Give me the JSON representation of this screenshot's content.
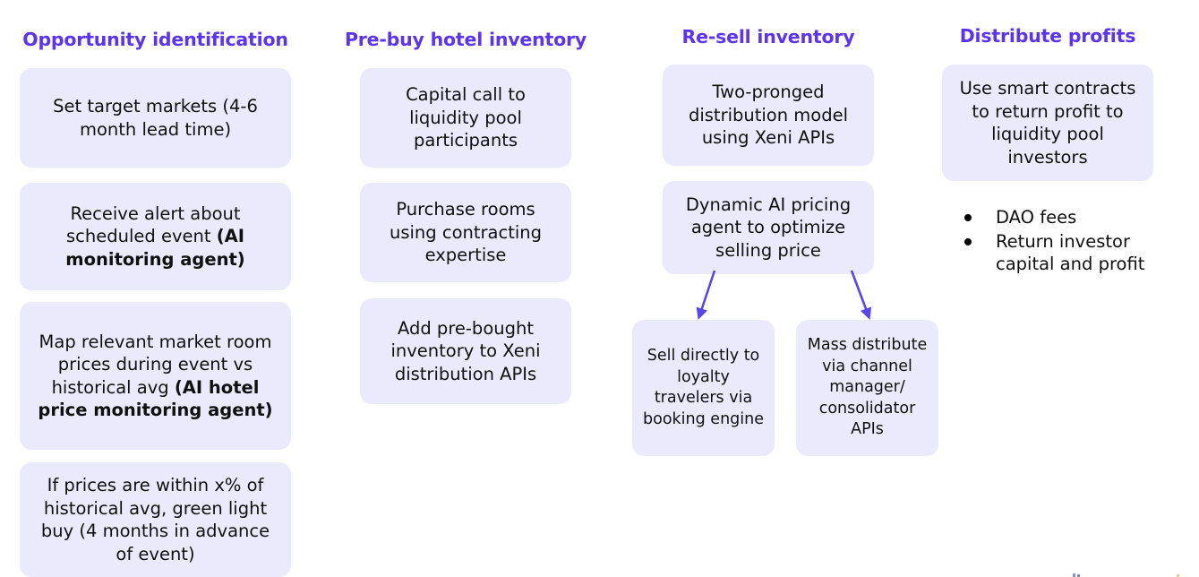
{
  "theme": {
    "accent": "#5b33f5",
    "card_bg": "#ebeafd",
    "text": "#101010",
    "arrow": "#5b44ee",
    "page_bg": "#ffffff"
  },
  "columns": [
    {
      "title": "Opportunity identification",
      "cards": [
        {
          "text": "Set target markets (4-6 month lead time)"
        },
        {
          "text": "Receive alert about scheduled event ",
          "bold_tail": "(AI monitoring agent)"
        },
        {
          "text": "Map relevant market room prices during event vs historical avg ",
          "bold_tail": "(AI hotel price monitoring agent)"
        },
        {
          "text": "If prices are within x% of historical avg, green light buy (4 months in advance of event)"
        }
      ]
    },
    {
      "title": "Pre-buy hotel inventory",
      "cards": [
        {
          "text": "Capital call to liquidity pool participants"
        },
        {
          "text": "Purchase rooms using contracting expertise"
        },
        {
          "text": "Add pre-bought inventory to Xeni distribution APIs"
        }
      ]
    },
    {
      "title": "Re-sell inventory",
      "cards": [
        {
          "text": "Two-pronged distribution model using Xeni APIs"
        },
        {
          "text": "Dynamic AI pricing agent to optimize selling price"
        },
        {
          "text": "Sell directly to loyalty travelers via booking engine"
        },
        {
          "text": "Mass distribute via channel manager/ consolidator APIs"
        }
      ],
      "connectors": [
        {
          "name": "arrow-to-sell-directly",
          "from": "Dynamic AI pricing agent to optimize selling price",
          "to": "Sell directly to loyalty travelers via booking engine"
        },
        {
          "name": "arrow-to-mass-distribute",
          "from": "Dynamic AI pricing agent to optimize selling price",
          "to": "Mass distribute via channel manager/ consolidator APIs"
        }
      ]
    },
    {
      "title": "Distribute profits",
      "cards": [
        {
          "text": "Use smart contracts to return profit to liquidity pool investors"
        }
      ],
      "bullets": [
        "DAO fees",
        "Return investor capital and profit"
      ]
    }
  ]
}
